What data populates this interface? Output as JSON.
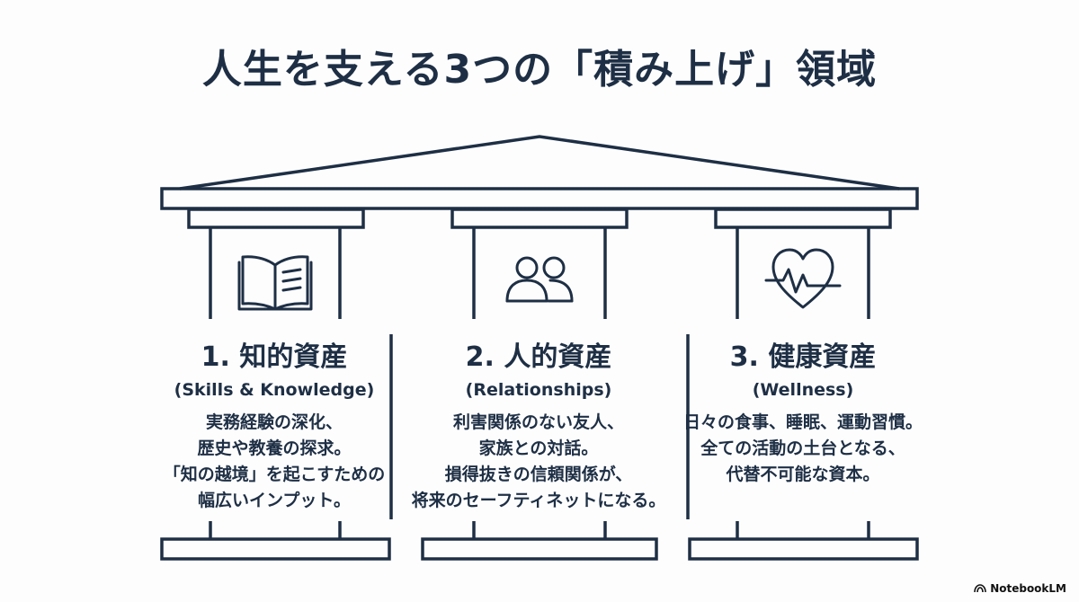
{
  "title": "人生を支える3つの「積み上げ」領域",
  "colors": {
    "ink": "#1e2f45",
    "background": "#fdfdfd"
  },
  "pillars": [
    {
      "icon": "open-book-icon",
      "title": "1. 知的資産",
      "subtitle": "(Skills & Knowledge)",
      "description": [
        "実務経験の深化、",
        "歴史や教養の探求。",
        "「知の越境」を起こすための",
        "幅広いインプット。"
      ]
    },
    {
      "icon": "people-icon",
      "title": "2. 人的資産",
      "subtitle": "(Relationships)",
      "description": [
        "利害関係のない友人、",
        "家族との対話。",
        "損得抜きの信頼関係が、",
        "将来のセーフティネットになる。"
      ]
    },
    {
      "icon": "heartbeat-icon",
      "title": "3. 健康資産",
      "subtitle": "(Wellness)",
      "description": [
        "日々の食事、睡眠、運動習慣。",
        "全ての活動の土台となる、",
        "代替不可能な資本。"
      ]
    }
  ],
  "brand": "NotebookLM"
}
